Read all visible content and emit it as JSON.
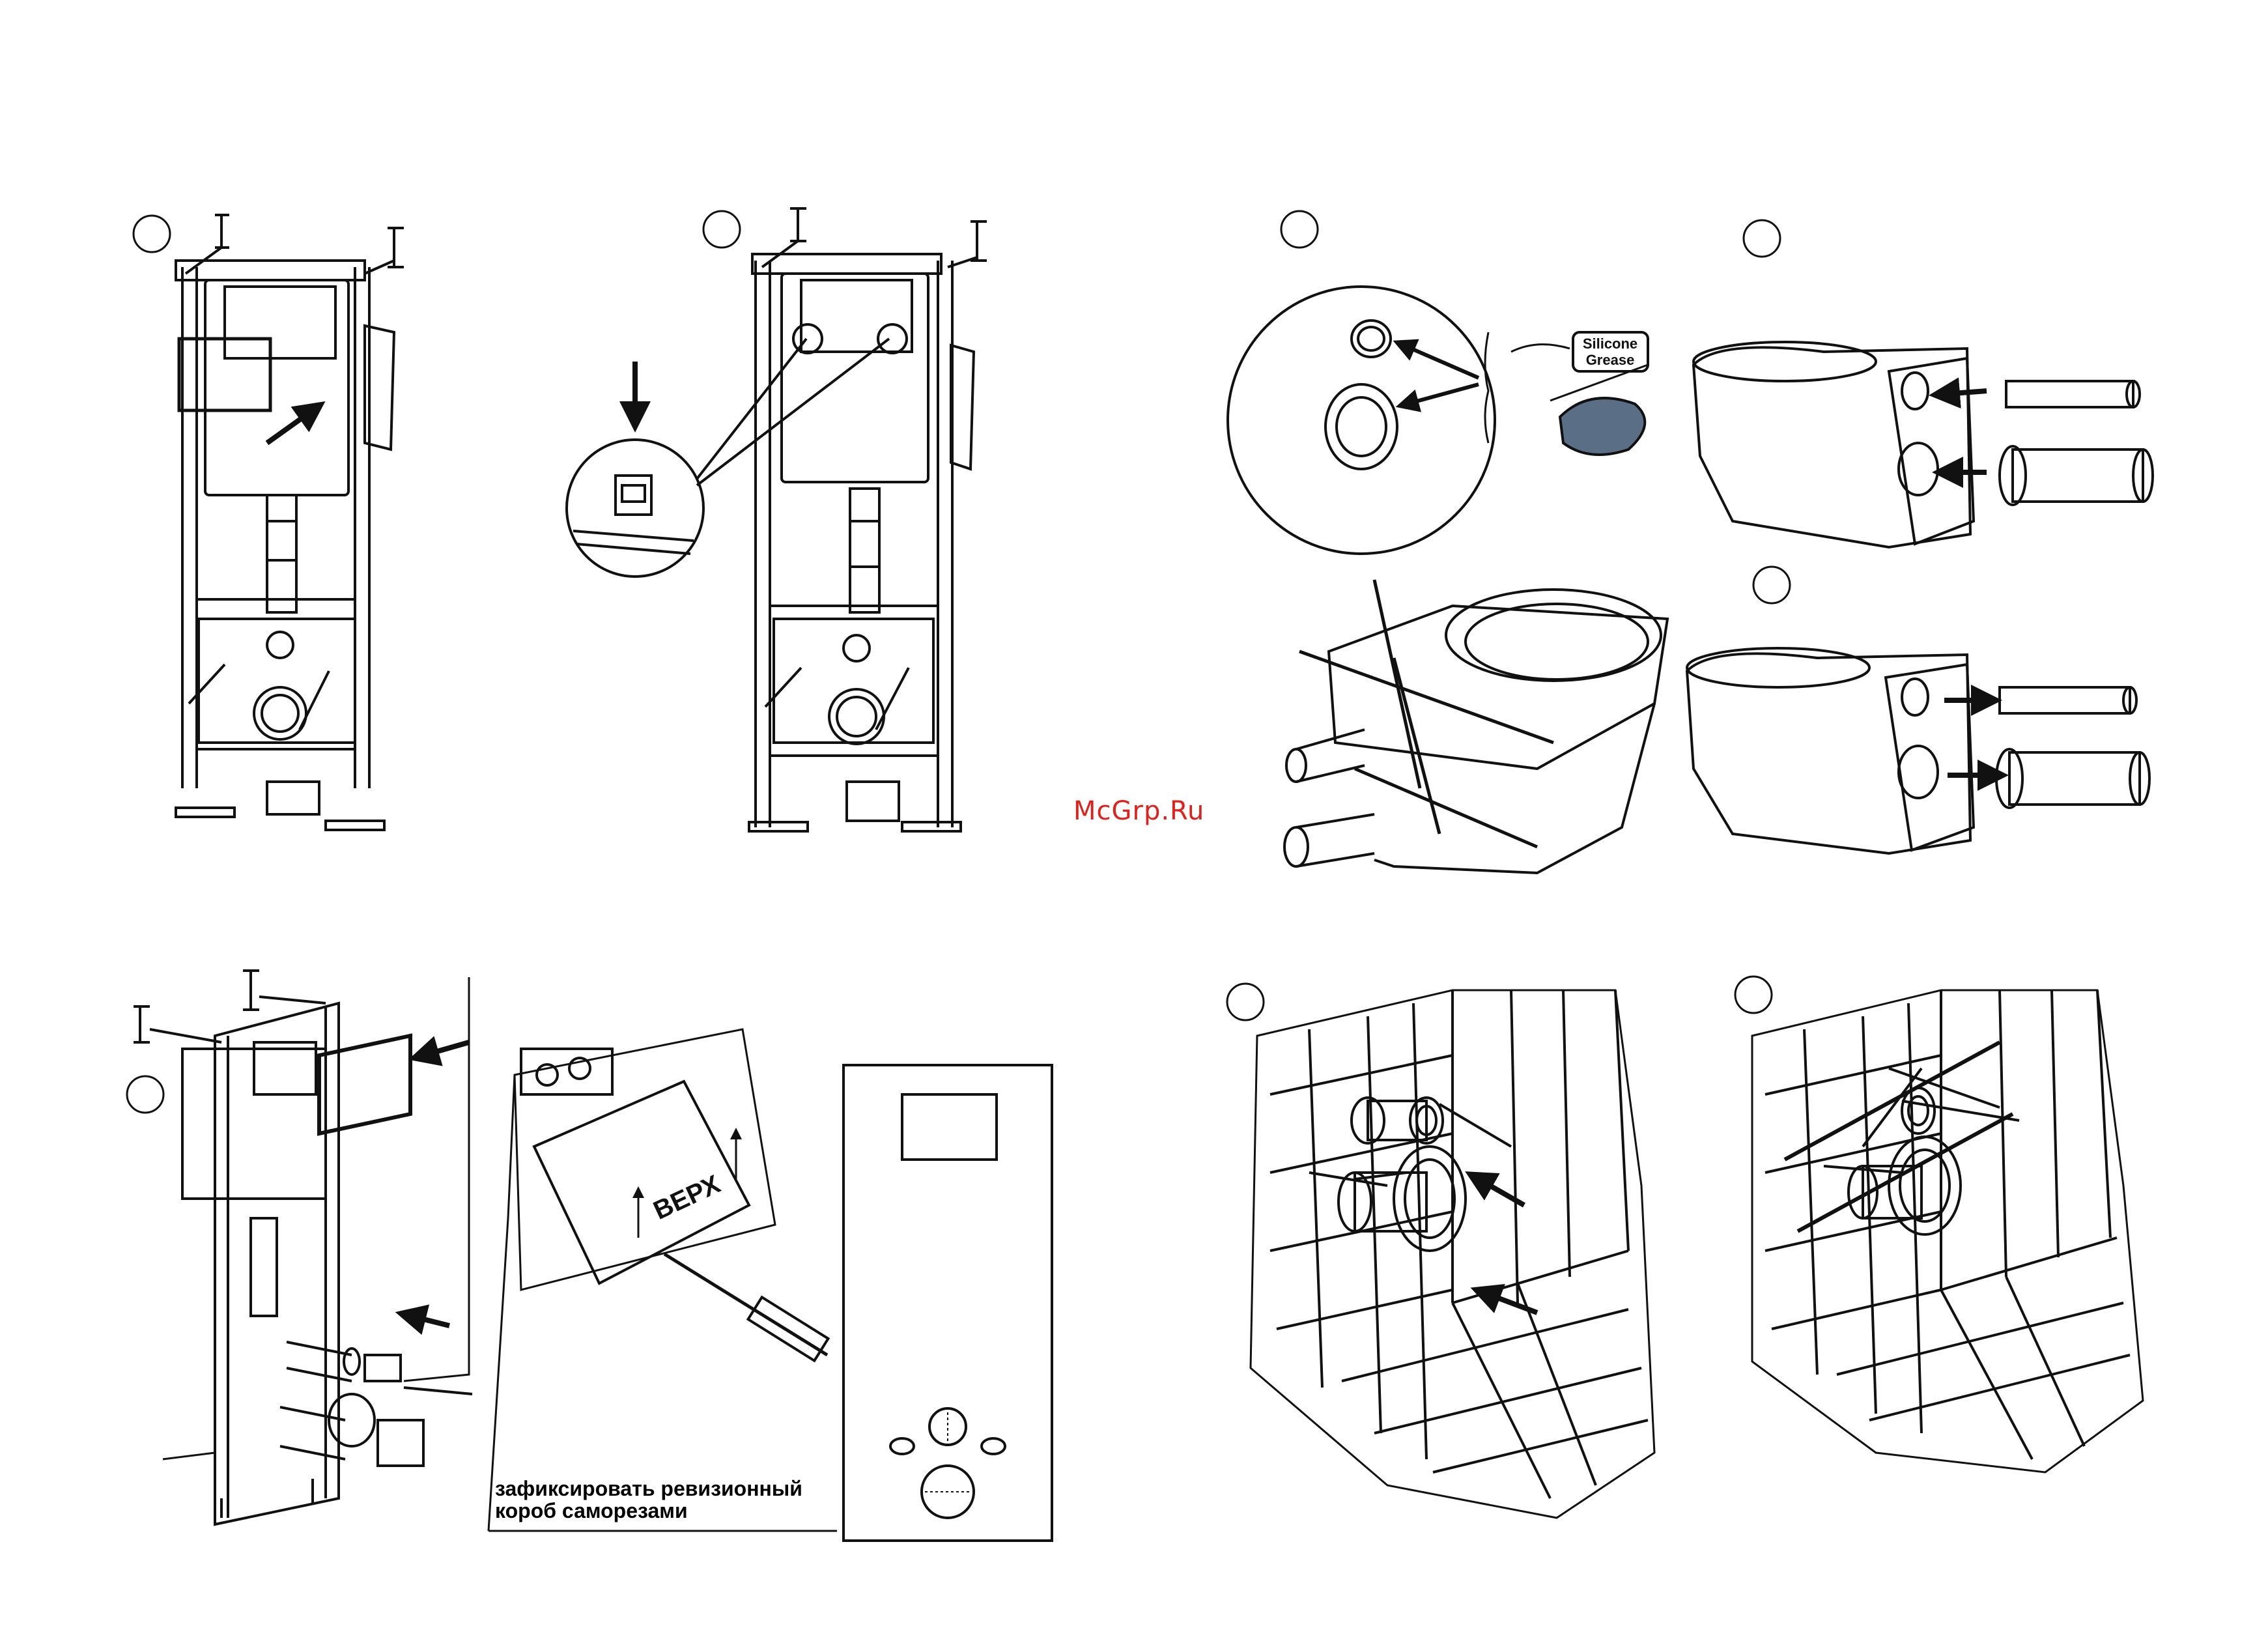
{
  "watermark": "McGrp.Ru",
  "labels": {
    "silicone_grease": [
      "Silicone",
      "Grease"
    ],
    "box_top": "ВЕРХ",
    "caption_line1": "зафиксировать ревизионный",
    "caption_line2": "короб саморезами"
  },
  "step_markers": [
    "",
    "",
    "",
    "",
    "",
    "",
    "",
    "",
    ""
  ],
  "colors": {
    "line": "#111111",
    "watermark": "#e0201a",
    "grease_bag": "#5a6f86"
  }
}
